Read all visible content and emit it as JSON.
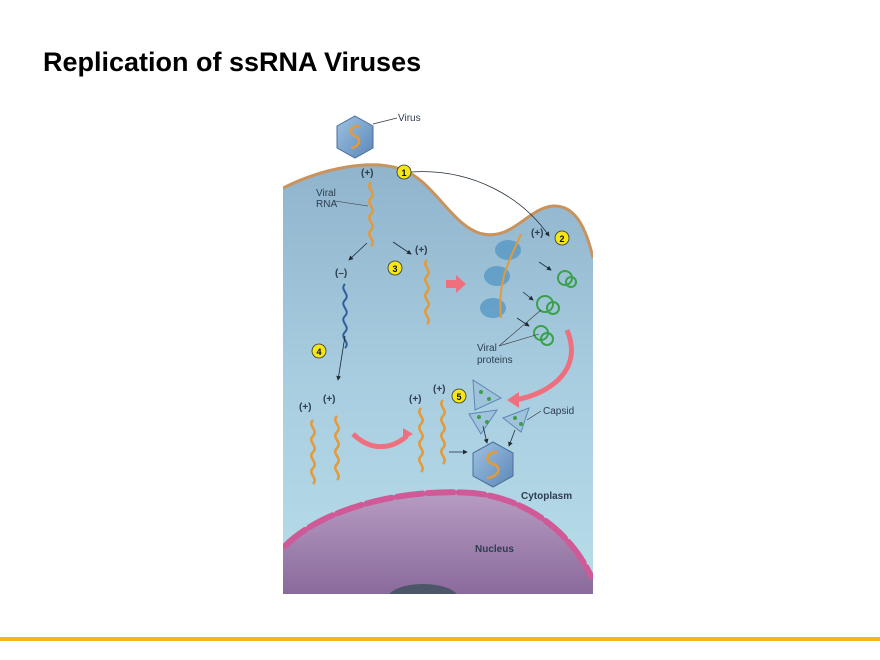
{
  "slide": {
    "title": "Replication of ssRNA Viruses",
    "accent_color": "#f5b51c"
  },
  "figure": {
    "labels": {
      "virus": "Virus",
      "viral_rna_line1": "Viral",
      "viral_rna_line2": "RNA",
      "viral_proteins_line1": "Viral",
      "viral_proteins_line2": "proteins",
      "capsid": "Capsid",
      "cytoplasm": "Cytoplasm",
      "nucleus": "Nucleus"
    },
    "strand_marks": {
      "plus": "(+)",
      "minus": "(–)"
    },
    "steps": [
      "1",
      "2",
      "3",
      "4",
      "5"
    ],
    "colors": {
      "cytoplasm": "#a9cfe0",
      "membrane": "#c9935e",
      "nucleus": "#9a7aa8",
      "nuclear_envelope": "#d05a98",
      "plus_rna": "#e39a3b",
      "minus_rna": "#2f5f9a",
      "protein": "#3aa04a",
      "step_badge": "#f4e619",
      "process_arrow": "#ef6f7f"
    }
  }
}
